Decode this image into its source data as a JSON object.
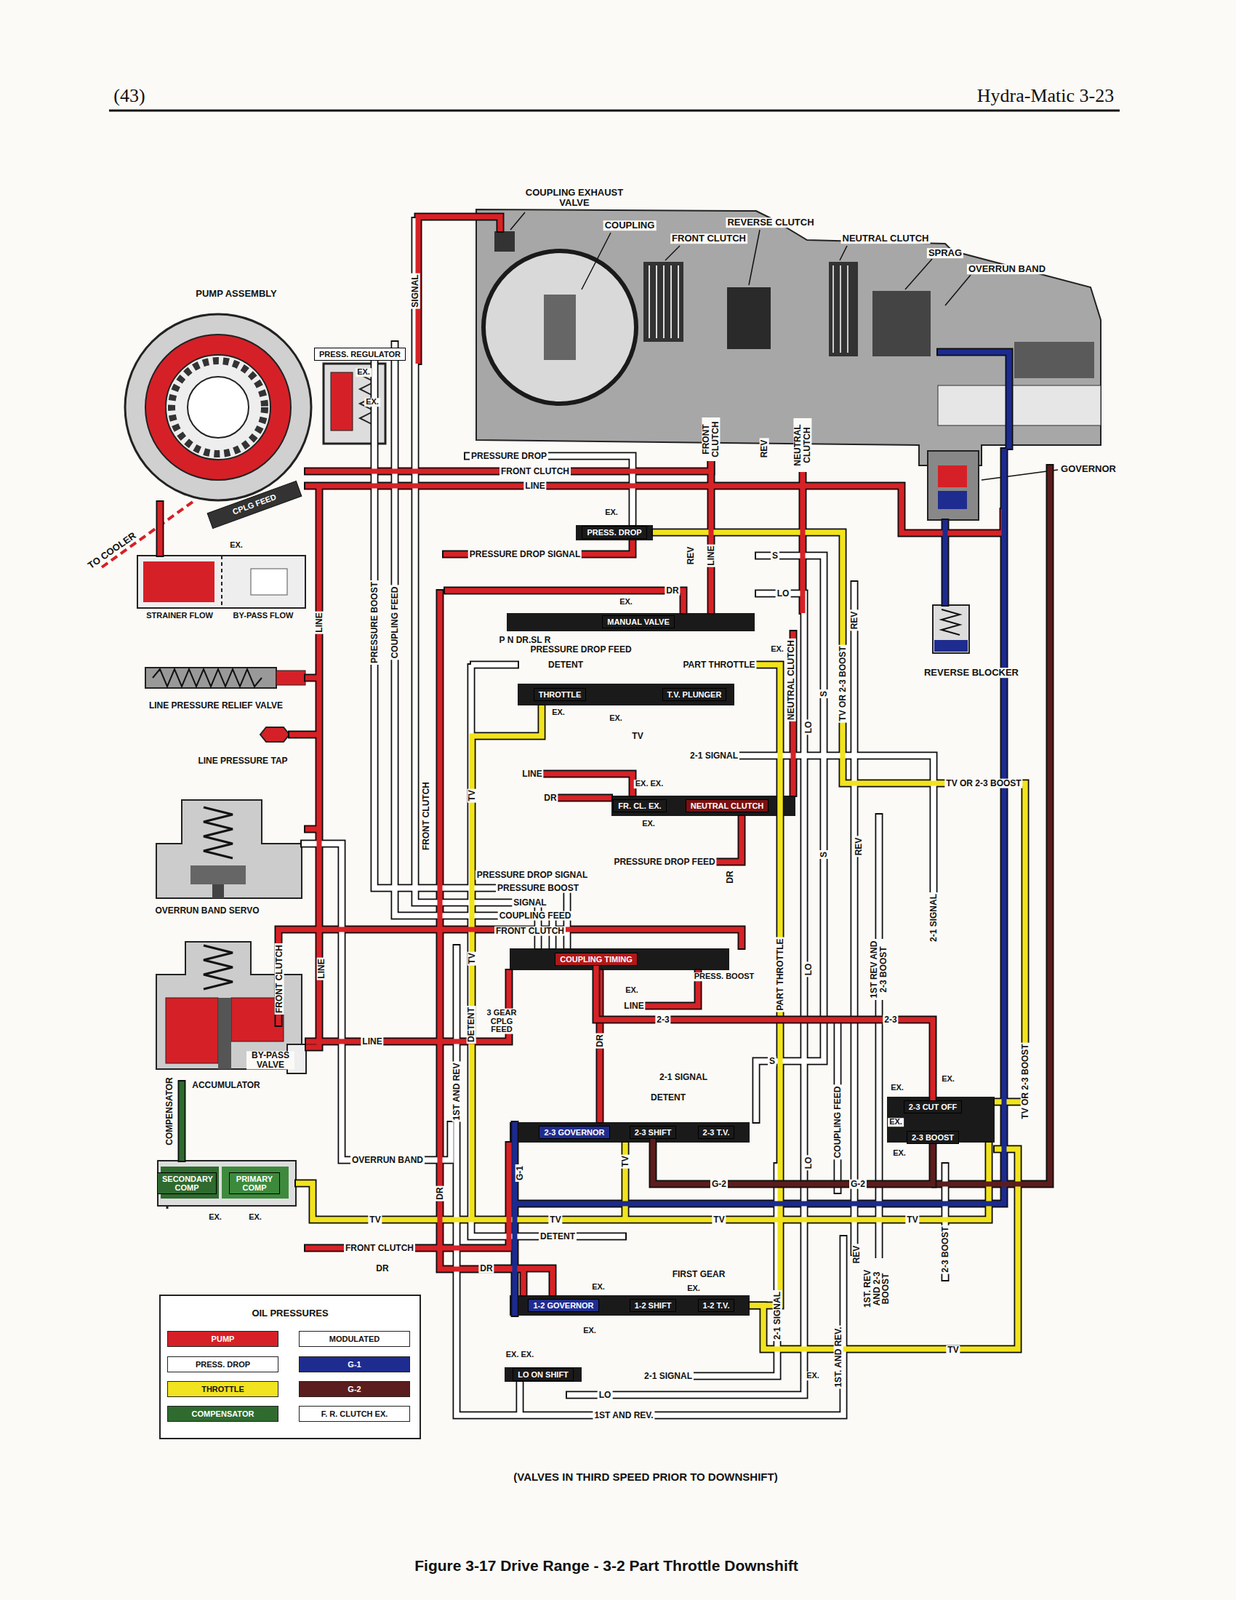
{
  "diagram": {
    "caption": "Figure 3-17 Drive Range - 3-2 Part Throttle Downshift",
    "nodes": [
      {
        "text": [
          "PRESS. REGULATOR"
        ]
      },
      {
        "text": [
          "PRESS. DROP"
        ]
      },
      {
        "text": [
          "MANUAL VALVE"
        ]
      },
      {
        "text": [
          "THROTTLE"
        ]
      },
      {
        "text": [
          "T.V. PLUNGER"
        ]
      },
      {
        "text": [
          "FR. CL. EX."
        ]
      },
      {
        "text": [
          "NEUTRAL CLUTCH"
        ]
      },
      {
        "text": [
          "COUPLING TIMING"
        ]
      },
      {
        "text": [
          "2-3 GOVERNOR"
        ]
      },
      {
        "text": [
          "2-3 SHIFT"
        ]
      },
      {
        "text": [
          "2-3 T.V."
        ]
      },
      {
        "text": [
          "2-3 CUT OFF"
        ]
      },
      {
        "text": [
          "2-3 BOOST"
        ]
      },
      {
        "text": [
          "SECONDARY COMP"
        ]
      },
      {
        "text": [
          "PRIMARY COMP"
        ]
      },
      {
        "text": [
          "1-2 GOVERNOR"
        ]
      },
      {
        "text": [
          "1-2 SHIFT"
        ]
      },
      {
        "text": [
          "1-2 T.V."
        ]
      },
      {
        "text": [
          "LO ON SHIFT"
        ]
      }
    ],
    "edges": [
      {
        "from": 7,
        "to": 11,
        "arrow": "none",
        "label": "2-3"
      },
      {
        "from": 9,
        "to": 12,
        "arrow": "none",
        "label": "G-2"
      }
    ],
    "labels": [
      "(43)",
      "Hydra-Matic 3-23",
      "COUPLING EXHAUST VALVE",
      "COUPLING",
      "REVERSE CLUTCH",
      "FRONT CLUTCH",
      "NEUTRAL CLUTCH",
      "SPRAG",
      "OVERRUN BAND",
      "SIGNAL",
      "PUMP ASSEMBLY",
      "EX.",
      "EX.",
      "FRONT CLUTCH",
      "REV",
      "NEUTRAL CLUTCH",
      "PRESSURE DROP",
      "GOVERNOR",
      "FRONT CLUTCH",
      "LINE",
      "CPLG FEED",
      "EX.",
      "TO COOLER",
      "EX.",
      "PRESSURE DROP SIGNAL",
      "REV",
      "LINE",
      "S",
      "DR",
      "LO",
      "EX.",
      "STRAINER FLOW",
      "BY-PASS FLOW",
      "LINE",
      "PRESSURE BOOST",
      "COUPLING FEED",
      "REV",
      "P N DR.SL R",
      "PRESSURE DROP FEED",
      "EX.",
      "DETENT",
      "PART THROTTLE",
      "REVERSE BLOCKER",
      "NEUTRAL CLUTCH",
      "TV OR 2-3 BOOST",
      "S",
      "LINE PRESSURE RELIEF VALVE",
      "EX.",
      "LO",
      "EX.",
      "TV",
      "2-1 SIGNAL",
      "LINE PRESSURE TAP",
      "EX. EX.",
      "LINE",
      "TV OR 2-3 BOOST",
      "TV",
      "DR",
      "FRONT CLUTCH",
      "EX.",
      "REV",
      "S",
      "PRESSURE DROP FEED",
      "PRESSURE DROP SIGNAL",
      "DR",
      "PRESSURE BOOST",
      "SIGNAL",
      "OVERRUN BAND SERVO",
      "COUPLING FEED",
      "2-1 SIGNAL",
      "FRONT CLUTCH",
      "TV",
      "PART THROTTLE",
      "LO",
      "1ST REV AND 2-3 BOOST",
      "LINE",
      "FRONT CLUTCH",
      "PRESS. BOOST",
      "EX.",
      "LINE",
      "3 GEAR CPLG FEED",
      "2-3",
      "DETENT",
      "DR",
      "LINE",
      "BY-PASS VALVE",
      "S",
      "2-1 SIGNAL",
      "EX.",
      "ACCUMULATOR",
      "EX.",
      "1ST AND REV",
      "TV OR 2-3 BOOST",
      "DETENT",
      "COMPENSATOR",
      "EX.",
      "COUPLING FEED",
      "EX.",
      "TV",
      "OVERRUN BAND",
      "LO",
      "G-1",
      "G-2",
      "DR",
      "EX.",
      "EX.",
      "TV",
      "TV",
      "TV",
      "TV",
      "DETENT",
      "FRONT CLUTCH",
      "2-3 BOOST",
      "REV",
      "DR",
      "DR",
      "FIRST GEAR",
      "1ST. REV AND 2-3 BOOST",
      "EX.",
      "EX.",
      "OIL PRESSURES",
      "2-1 SIGNAL",
      "EX.",
      "TV",
      "EX. EX.",
      "1ST. AND REV.",
      "2-1 SIGNAL",
      "EX.",
      "LO",
      "1ST AND REV.",
      "(VALVES IN THIRD SPEED PRIOR TO DOWNSHIFT)"
    ],
    "legend": [
      {
        "text": "PUMP",
        "color": "#d62027"
      },
      {
        "text": "MODULATED",
        "color": "#ffffff"
      },
      {
        "text": "PRESS. DROP",
        "color": "#ffffff"
      },
      {
        "text": "G-1",
        "color": "#1f2c8f"
      },
      {
        "text": "THROTTLE",
        "color": "#f1e31f"
      },
      {
        "text": "G-2",
        "color": "#5b1d1d"
      },
      {
        "text": "COMPENSATOR",
        "color": "#2f6b2f"
      },
      {
        "text": "F. R. CLUTCH EX.",
        "color": "#ffffff"
      }
    ]
  }
}
